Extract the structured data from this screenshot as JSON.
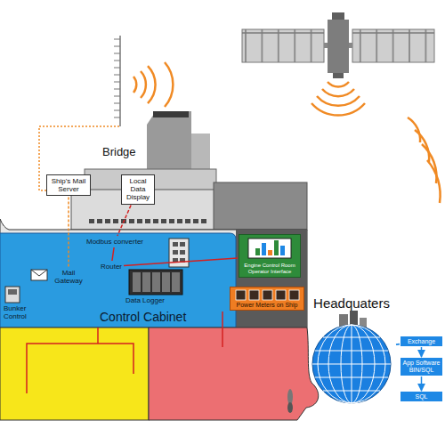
{
  "diagram": {
    "nodes": [
      {
        "text": [
          "Ship's Mail Server"
        ]
      },
      {
        "text": [
          "Local Data Display"
        ]
      },
      {
        "text": [
          "Control Cabinet"
        ]
      },
      {
        "text": [
          "Modbus converter"
        ],
        "in": 2
      },
      {
        "text": [
          "Router"
        ],
        "in": 2
      },
      {
        "text": [
          "Mail Gateway"
        ],
        "in": 2
      },
      {
        "text": [
          "Data Logger"
        ],
        "in": 2
      },
      {
        "text": [
          "Bunker Control"
        ],
        "in": 2
      },
      {
        "text": [
          "Engine Control Room Operator Interface"
        ]
      },
      {
        "text": [
          "Power Meters on Ship"
        ]
      },
      {
        "text": [
          "Headquaters"
        ]
      },
      {
        "text": [
          "Exchange"
        ]
      },
      {
        "text": [
          "App Software BIN/SQL"
        ]
      },
      {
        "text": [
          "SQL"
        ]
      }
    ],
    "edges": [
      {
        "from": 0,
        "to": 5,
        "arrow": "none"
      },
      {
        "from": 1,
        "to": 3,
        "arrow": "none"
      },
      {
        "from": 3,
        "to": 4,
        "arrow": "none"
      },
      {
        "from": 4,
        "to": 8,
        "arrow": "none"
      },
      {
        "from": 10,
        "to": 11,
        "arrow": "none"
      },
      {
        "from": 11,
        "to": 12,
        "arrow": "to"
      },
      {
        "from": 12,
        "to": 13,
        "arrow": "to"
      }
    ],
    "labels": [
      "Bridge"
    ]
  }
}
